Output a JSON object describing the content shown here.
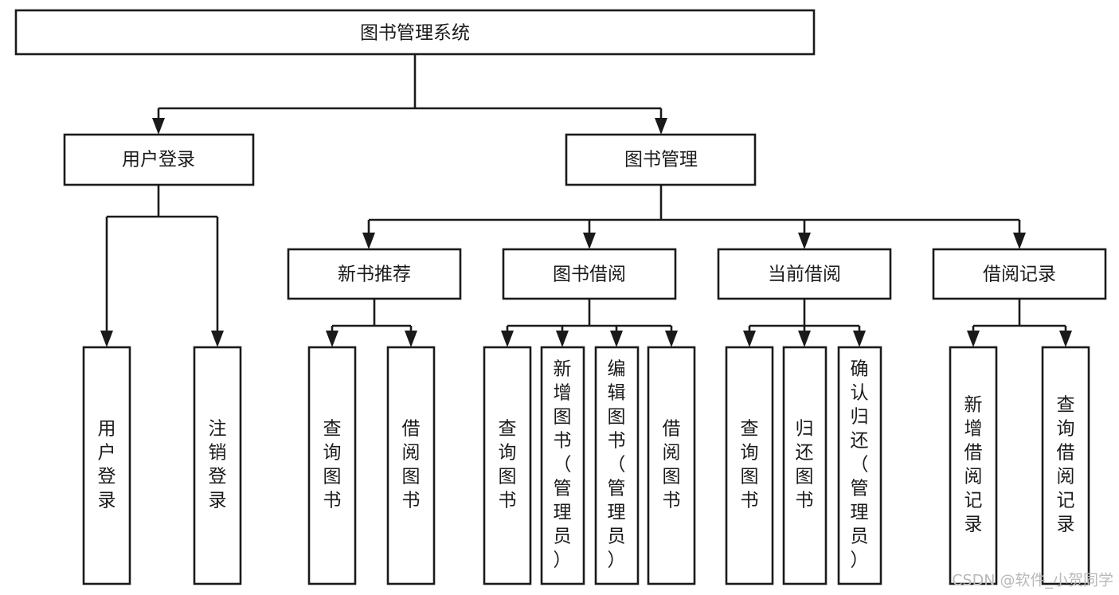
{
  "diagram": {
    "title": "图书管理系统",
    "type": "tree-hierarchy-chart",
    "root": {
      "label": "图书管理系统",
      "orientation": "horizontal"
    },
    "level2": [
      {
        "label": "用户登录",
        "orientation": "horizontal"
      },
      {
        "label": "图书管理",
        "orientation": "horizontal"
      }
    ],
    "level3": [
      {
        "label": "新书推荐",
        "orientation": "horizontal"
      },
      {
        "label": "图书借阅",
        "orientation": "horizontal"
      },
      {
        "label": "当前借阅",
        "orientation": "horizontal"
      },
      {
        "label": "借阅记录",
        "orientation": "horizontal"
      }
    ],
    "leaves": [
      {
        "label": "用户登录",
        "orientation": "vertical",
        "parent": "用户登录"
      },
      {
        "label": "注销登录",
        "orientation": "vertical",
        "parent": "用户登录"
      },
      {
        "label": "查询图书",
        "orientation": "vertical",
        "parent": "新书推荐"
      },
      {
        "label": "借阅图书",
        "orientation": "vertical",
        "parent": "新书推荐"
      },
      {
        "label": "查询图书",
        "orientation": "vertical",
        "parent": "图书借阅"
      },
      {
        "label": "新增图书（管理员）",
        "orientation": "vertical",
        "parent": "图书借阅"
      },
      {
        "label": "编辑图书（管理员）",
        "orientation": "vertical",
        "parent": "图书借阅"
      },
      {
        "label": "借阅图书",
        "orientation": "vertical",
        "parent": "图书借阅"
      },
      {
        "label": "查询图书",
        "orientation": "vertical",
        "parent": "当前借阅"
      },
      {
        "label": "归还图书",
        "orientation": "vertical",
        "parent": "当前借阅"
      },
      {
        "label": "确认归还（管理员）",
        "orientation": "vertical",
        "parent": "当前借阅"
      },
      {
        "label": "新增借阅记录",
        "orientation": "vertical",
        "parent": "借阅记录"
      },
      {
        "label": "查询借阅记录",
        "orientation": "vertical",
        "parent": "借阅记录"
      }
    ]
  },
  "watermark": {
    "text": "CSDN @软件_小贺同学"
  },
  "colors": {
    "box_stroke": "#1a1a1a",
    "box_fill": "#ffffff",
    "text": "#1a1a1a",
    "watermark": "#b9b9b9",
    "background": "#ffffff"
  }
}
